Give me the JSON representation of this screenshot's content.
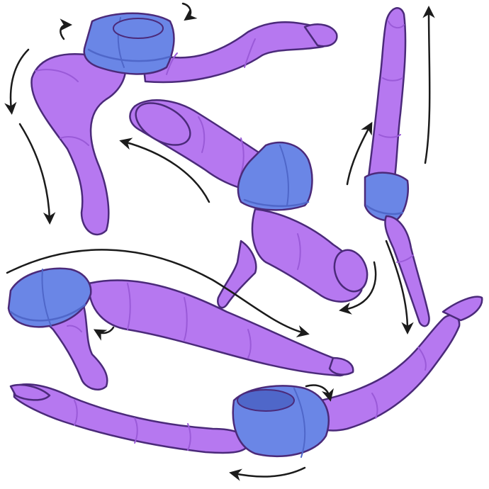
{
  "artwork": {
    "subject": "",
    "palette": {
      "background": "#ffffff",
      "skin": "#b678f0",
      "skin_shade": "#9a5ad8",
      "skin_light": "#cf9cf7",
      "outline": "#4b2a7a",
      "shorts": "#6a86e6",
      "shorts_shade": "#4f67c9",
      "arrow": "#1b1b1b"
    },
    "figures": [
      {
        "id": "figure-1",
        "pose": "splayed"
      },
      {
        "id": "figure-2",
        "pose": "folded-knee"
      },
      {
        "id": "figure-3",
        "pose": "vertical-split"
      },
      {
        "id": "figure-4",
        "pose": "arched"
      },
      {
        "id": "figure-5",
        "pose": "wide-split"
      }
    ],
    "arrows": [
      {
        "id": "arrow-1",
        "icon": "curved-arrow-icon"
      },
      {
        "id": "arrow-2",
        "icon": "curved-arrow-icon"
      },
      {
        "id": "arrow-3",
        "icon": "curved-arrow-icon"
      },
      {
        "id": "arrow-4",
        "icon": "curved-arrow-icon"
      },
      {
        "id": "arrow-5",
        "icon": "curved-arrow-icon"
      },
      {
        "id": "arrow-6",
        "icon": "curved-arrow-icon"
      },
      {
        "id": "arrow-7",
        "icon": "curved-arrow-icon"
      },
      {
        "id": "arrow-8",
        "icon": "curved-arrow-icon"
      },
      {
        "id": "arrow-9",
        "icon": "curved-arrow-icon"
      },
      {
        "id": "arrow-10",
        "icon": "curved-arrow-icon"
      },
      {
        "id": "arrow-11",
        "icon": "curved-arrow-icon"
      },
      {
        "id": "arrow-12",
        "icon": "curved-arrow-icon"
      }
    ]
  }
}
